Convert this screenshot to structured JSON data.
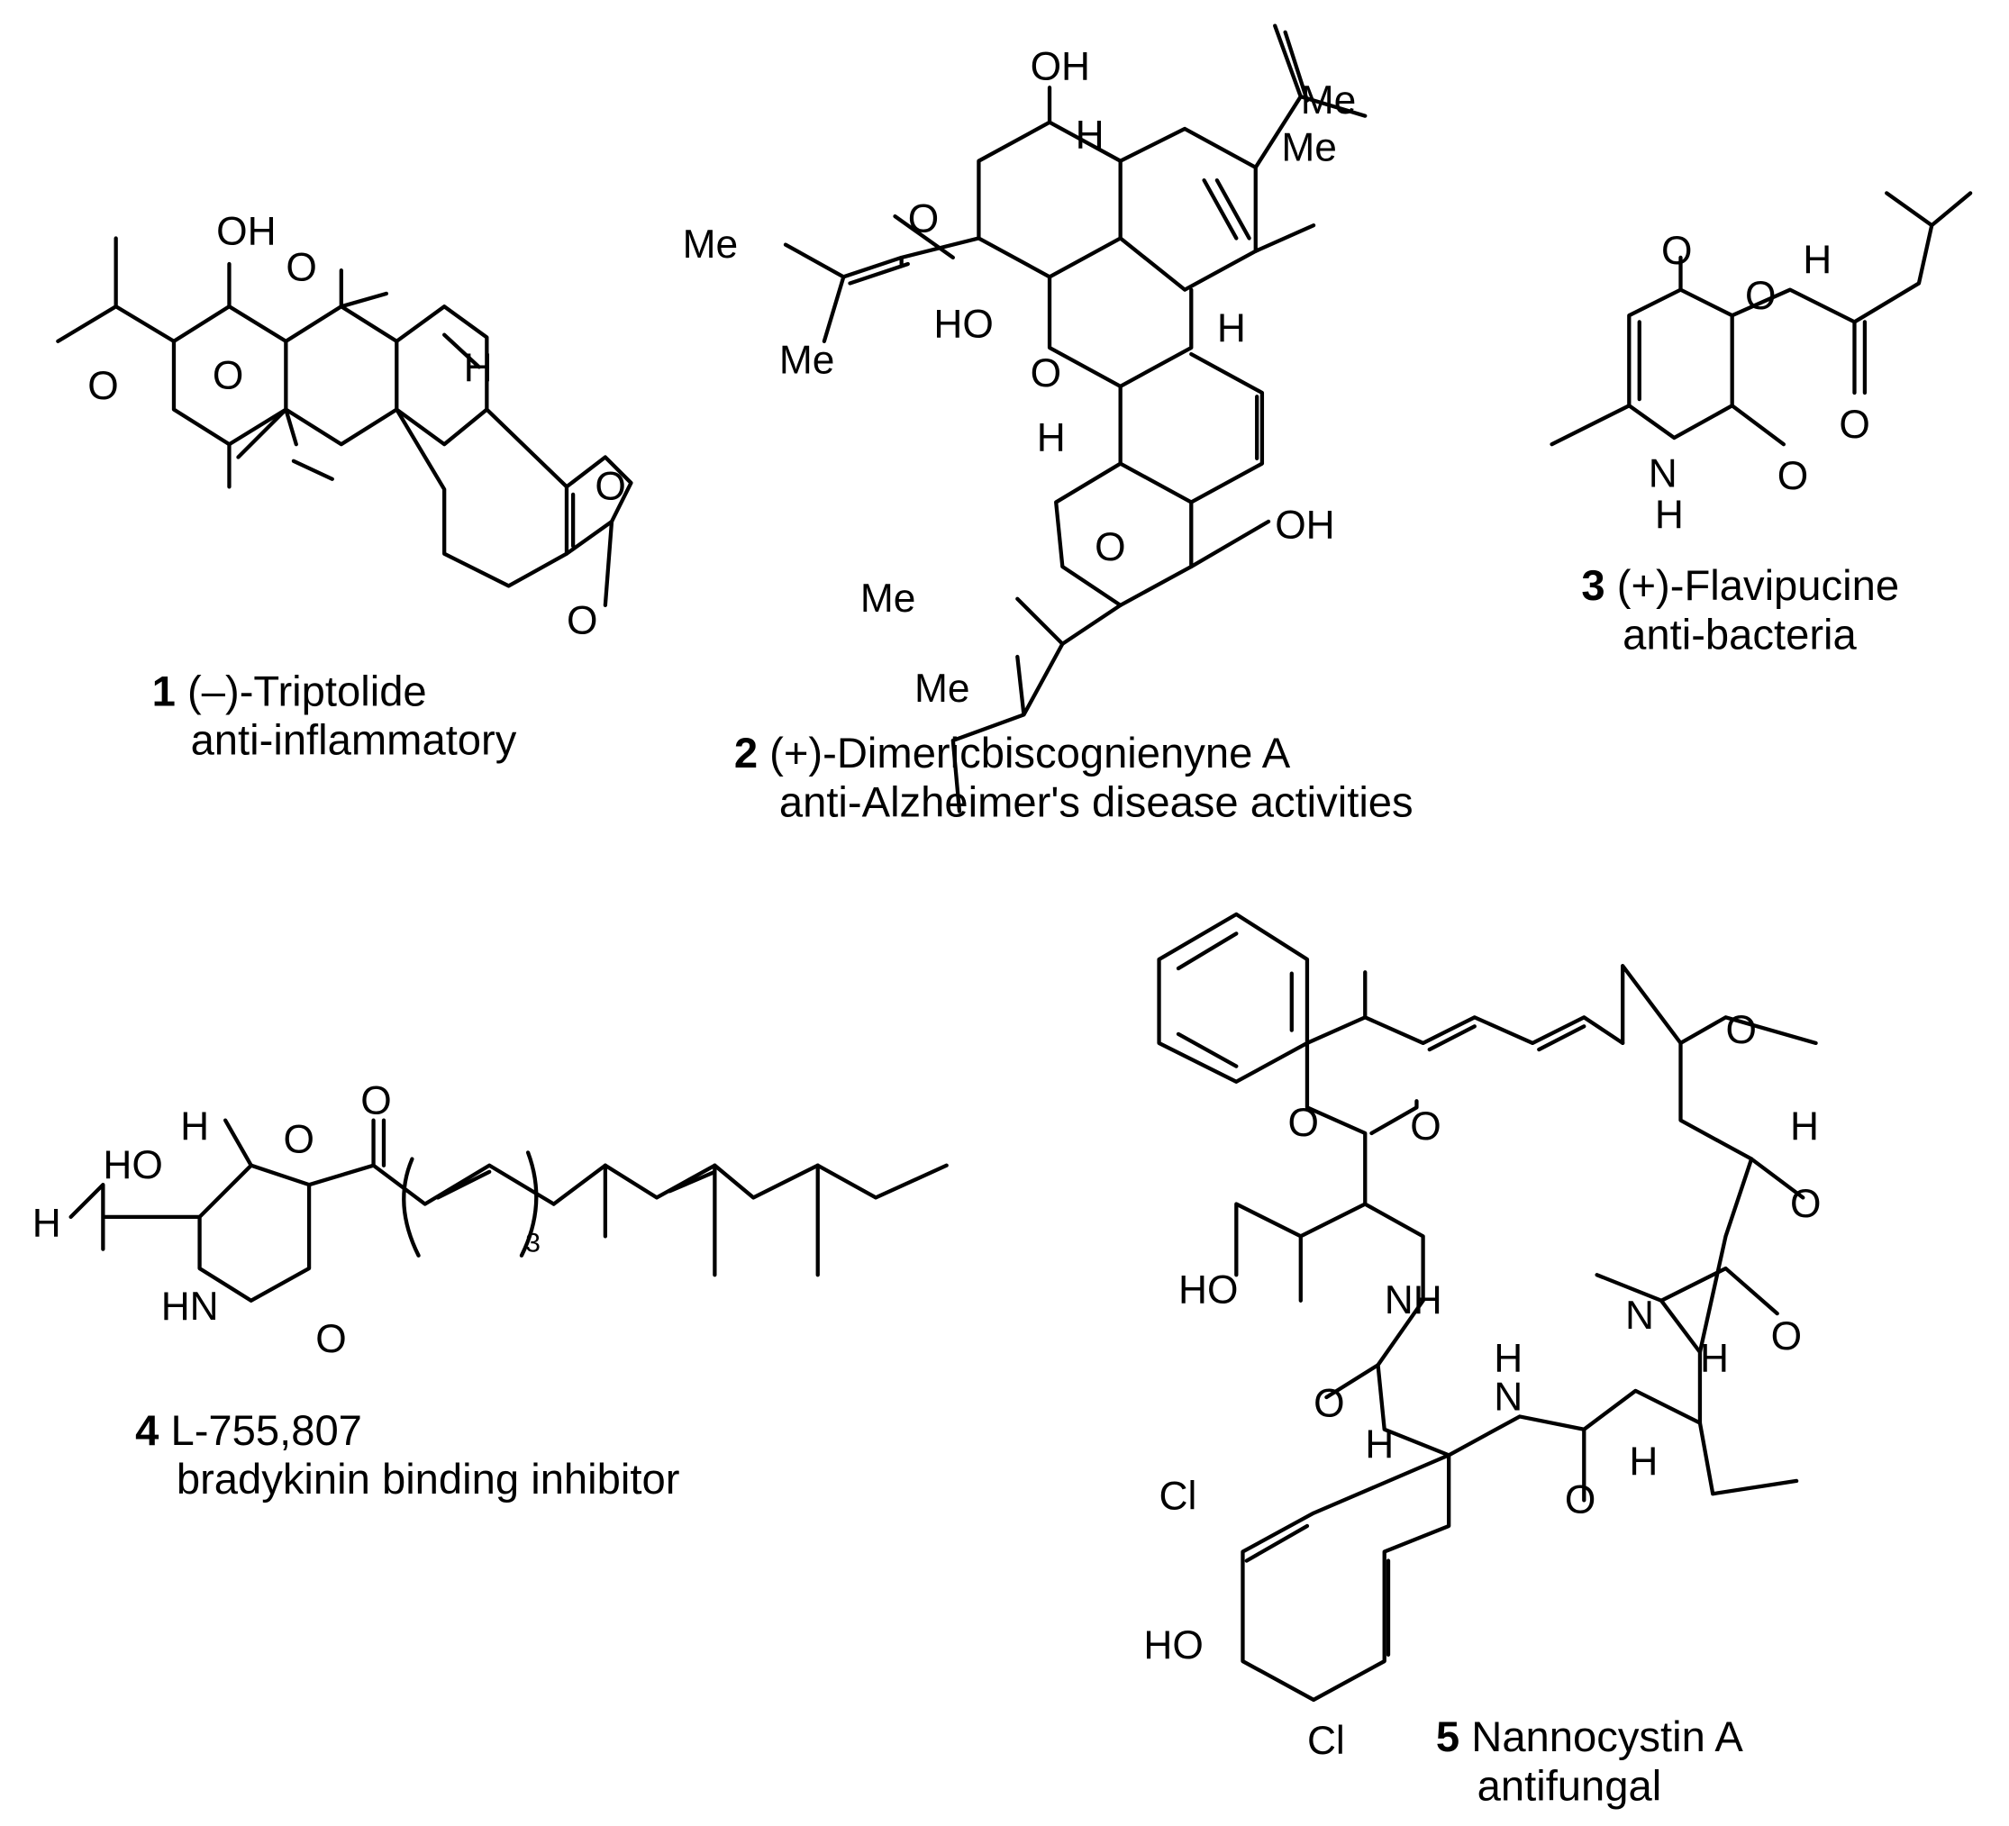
{
  "compounds": [
    {
      "number": "1",
      "name": "(–)-Triptolide",
      "activity": "anti-inflammatory"
    },
    {
      "number": "2",
      "name": "(+)-Dimericbiscognienyne A",
      "activity": "anti-Alzheimer's disease activities"
    },
    {
      "number": "3",
      "name": "(+)-Flavipucine",
      "activity": "anti-bacteria"
    },
    {
      "number": "4",
      "name": "L-755,807",
      "activity": "bradykinin binding inhibitor"
    },
    {
      "number": "5",
      "name": "Nannocystin A",
      "activity": "antifungal"
    }
  ],
  "atom_labels": {
    "OH": "OH",
    "HO": "HO",
    "O": "O",
    "H": "H",
    "Me": "Me",
    "NH": "NH",
    "HN": "HN",
    "N": "N",
    "Cl": "Cl",
    "sub3": "3"
  }
}
